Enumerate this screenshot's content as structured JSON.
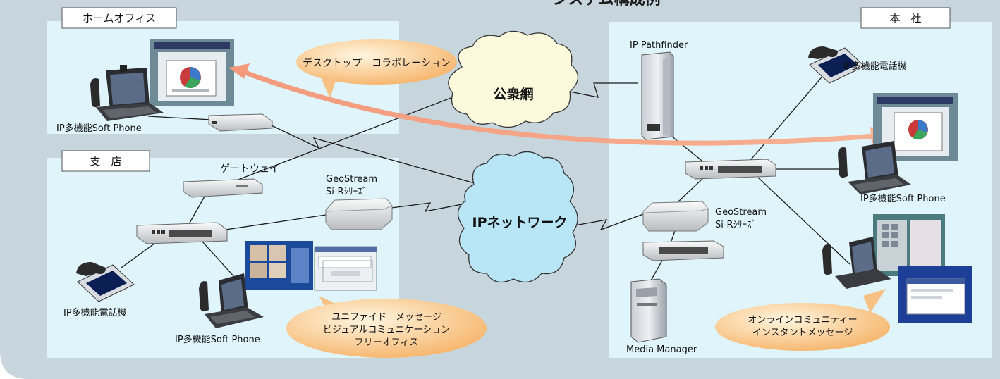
{
  "title": "システム構成例",
  "zones": {
    "home_office": "ホームオフィス",
    "branch": "支　店",
    "hq": "本　社"
  },
  "clouds": {
    "public_network": "公衆網",
    "ip_network": "IPネットワーク"
  },
  "labels": {
    "ip_pathfinder": "IP Pathfinder",
    "gateway": "ゲートウェイ",
    "geostream_branch_1": "GeoStream",
    "geostream_branch_2": "Si-Rｼﾘｰｽﾞ",
    "geostream_hq_1": "GeoStream",
    "geostream_hq_2": "Si-Rｼﾘｰｽﾞ",
    "media_manager": "Media Manager",
    "home_softphone": "IP多機能Soft Phone",
    "branch_phone": "IP多機能電話機",
    "branch_softphone": "IP多機能Soft Phone",
    "hq_phone": "IP多機能電話機",
    "hq_softphone": "IP多機能Soft Phone"
  },
  "callouts": {
    "desktop": "デスクトップ　コラボレーション",
    "unified_1": "ユニファイド　メッセージ",
    "unified_2": "ビジュアルコミュニケーション",
    "unified_3": "フリーオフィス",
    "online_1": "オンラインコミュニティー",
    "online_2": "インスタントメッセージ"
  },
  "colors": {
    "background": "#c7d6dd",
    "zone_fill": "#dff4fb",
    "cloud_public": "#fdf9dc",
    "cloud_ip": "#b8e6f7",
    "arrow": "#f2a083",
    "callout_light": "#fff3d8",
    "callout_dark": "#f6b46a"
  },
  "icons": [
    "laptop-icon",
    "desk-phone-icon",
    "router-icon",
    "switch-hub-icon",
    "server-tower-icon",
    "monitor-screenshot-icon",
    "cloud-icon",
    "gateway-box-icon"
  ]
}
